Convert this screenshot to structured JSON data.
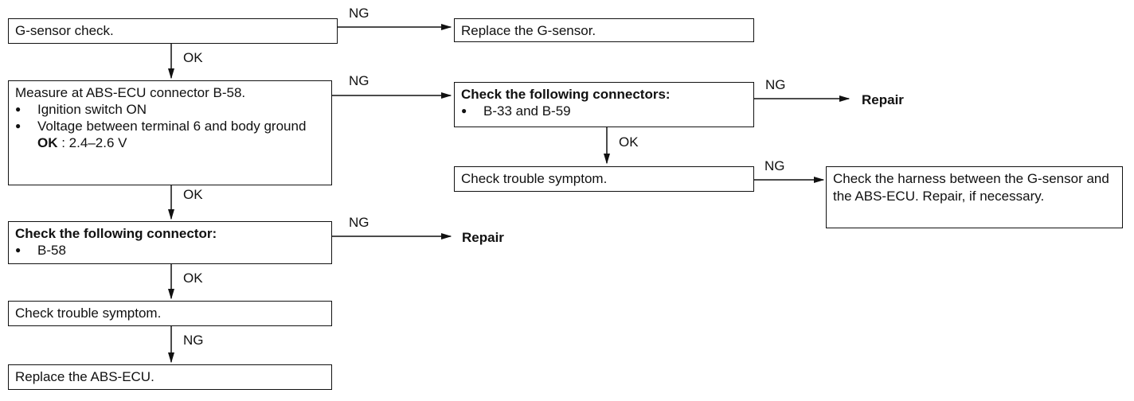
{
  "boxes": {
    "g_sensor_check": "G-sensor check.",
    "replace_g_sensor": "Replace the G-sensor.",
    "measure": {
      "title": "Measure at ABS-ECU connector B-58.",
      "bullet1": "Ignition switch ON",
      "bullet2": "Voltage between terminal 6 and body ground",
      "ok_key": "OK",
      "ok_value": ": 2.4–2.6 V"
    },
    "check_connectors": {
      "title": "Check the following connectors:",
      "bullet": "B-33 and B-59"
    },
    "check_symptom_right": "Check trouble symptom.",
    "check_harness": "Check the harness between the G-sensor and the ABS-ECU. Repair, if necessary.",
    "check_connector": {
      "title": "Check the following connector:",
      "bullet": "B-58"
    },
    "check_symptom_left": "Check trouble symptom.",
    "replace_abs_ecu": "Replace the ABS-ECU."
  },
  "labels": {
    "ng": "NG",
    "ok": "OK",
    "repair": "Repair"
  }
}
